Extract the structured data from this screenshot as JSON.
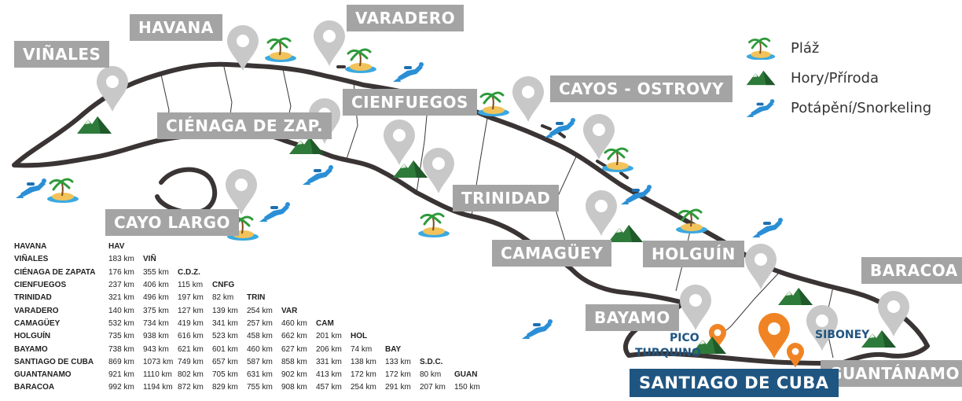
{
  "labels": {
    "havana": "HAVANA",
    "vinales": "VIÑALES",
    "varadero": "VARADERO",
    "cienfuegos": "CIENFUEGOS",
    "cienaga": "CIÉNAGA DE ZAP.",
    "cayos": "CAYOS - OSTROVY",
    "trinidad": "TRINIDAD",
    "cayo_largo": "CAYO LARGO",
    "camaguey": "CAMAGÜEY",
    "holguin": "HOLGUÍN",
    "baracoa": "BARACOA",
    "bayamo": "BAYAMO",
    "guantanamo": "GUANTÁNAMO",
    "santiago": "SANTIAGO DE CUBA",
    "pico_turquino_1": "PICO",
    "pico_turquino_2": "TURQUINO",
    "siboney": "SIBONEY"
  },
  "legend": [
    {
      "icon": "beach-icon",
      "label": "Pláž"
    },
    {
      "icon": "mountain-icon",
      "label": "Hory/Příroda"
    },
    {
      "icon": "diver-icon",
      "label": "Potápění/Snorkeling"
    }
  ],
  "colors": {
    "label_gray": "#a4a4a4",
    "highlight_blue": "#1f5581",
    "pin_gray": "#c8c8c8",
    "pin_orange": "#f08424",
    "coast": "#3a3434",
    "mountain": "#2e7a3a",
    "diver": "#2a8fd6",
    "sand": "#f2c35b"
  },
  "distance_table": {
    "rows": [
      {
        "city": "HAVANA",
        "values": [],
        "code": "HAV"
      },
      {
        "city": "VIÑALES",
        "values": [
          "183 km"
        ],
        "code": "VIÑ"
      },
      {
        "city": "CIÉNAGA DE ZAPATA",
        "values": [
          "176 km",
          "355 km"
        ],
        "code": "C.D.Z."
      },
      {
        "city": "CIENFUEGOS",
        "values": [
          "237 km",
          "406 km",
          "115 km"
        ],
        "code": "CNFG"
      },
      {
        "city": "TRINIDAD",
        "values": [
          "321 km",
          "496 km",
          "197 km",
          "82 km"
        ],
        "code": "TRIN"
      },
      {
        "city": "VARADERO",
        "values": [
          "140 km",
          "375 km",
          "127 km",
          "139 km",
          "254 km"
        ],
        "code": "VAR"
      },
      {
        "city": "CAMAGÜEY",
        "values": [
          "532 km",
          "734 km",
          "419 km",
          "341 km",
          "257 km",
          "460 km"
        ],
        "code": "CAM"
      },
      {
        "city": "HOLGUÍN",
        "values": [
          "735 km",
          "938 km",
          "616 km",
          "523 km",
          "458 km",
          "662 km",
          "201 km"
        ],
        "code": "HOL"
      },
      {
        "city": "BAYAMO",
        "values": [
          "738 km",
          "943 km",
          "621 km",
          "601 km",
          "460 km",
          "627 km",
          "206 km",
          "74 km"
        ],
        "code": "BAY"
      },
      {
        "city": "SANTIAGO DE CUBA",
        "values": [
          "869 km",
          "1073 km",
          "749 km",
          "657 km",
          "587 km",
          "858 km",
          "331 km",
          "138 km",
          "133 km"
        ],
        "code": "S.D.C."
      },
      {
        "city": "GUANTANAMO",
        "values": [
          "921 km",
          "1110 km",
          "802 km",
          "705 km",
          "631 km",
          "902 km",
          "413 km",
          "172 km",
          "172 km",
          "80 km"
        ],
        "code": "GUAN"
      },
      {
        "city": "BARACOA",
        "values": [
          "992 km",
          "1194 km",
          "872 km",
          "829 km",
          "755 km",
          "908 km",
          "457 km",
          "254 km",
          "291 km",
          "207 km",
          "150 km"
        ],
        "code": ""
      }
    ]
  }
}
